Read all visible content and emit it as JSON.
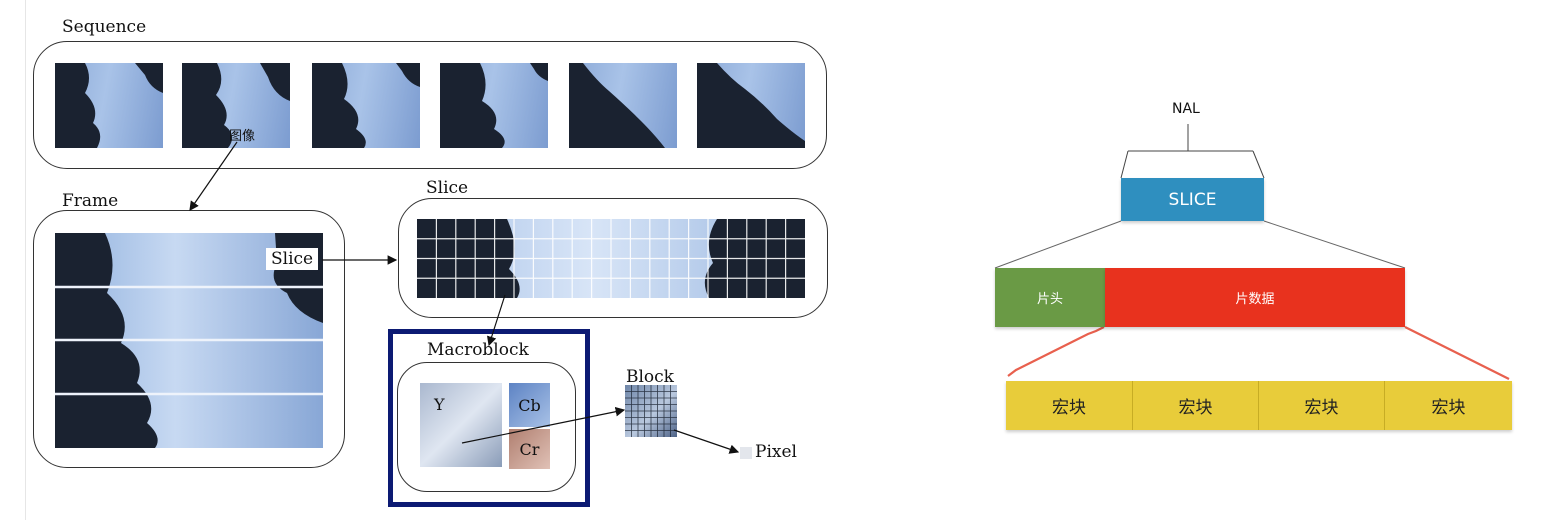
{
  "left": {
    "sequence_label": "Sequence",
    "image_annotation": "图像",
    "frame_label": "Frame",
    "frame_slice_tag": "Slice",
    "slice_label": "Slice",
    "macroblock_label": "Macroblock",
    "y_label": "Y",
    "cb_label": "Cb",
    "cr_label": "Cr",
    "block_label": "Block",
    "pixel_label": "Pixel",
    "colors": {
      "sky_light": "#c6d8f2",
      "sky_dark": "#6f92c9",
      "tree": "#1a2230",
      "highlight_box": "#0c1a73"
    }
  },
  "right": {
    "nal_label": "NAL",
    "slice_box": "SLICE",
    "header_segment": "片头",
    "data_segment": "片数据",
    "macroblocks": [
      "宏块",
      "宏块",
      "宏块",
      "宏块"
    ],
    "colors": {
      "slice": "#2f8fbf",
      "header": "#6a9a45",
      "data": "#e8321e",
      "macroblock": "#e8cc3a",
      "connector": "#e8604e"
    }
  }
}
